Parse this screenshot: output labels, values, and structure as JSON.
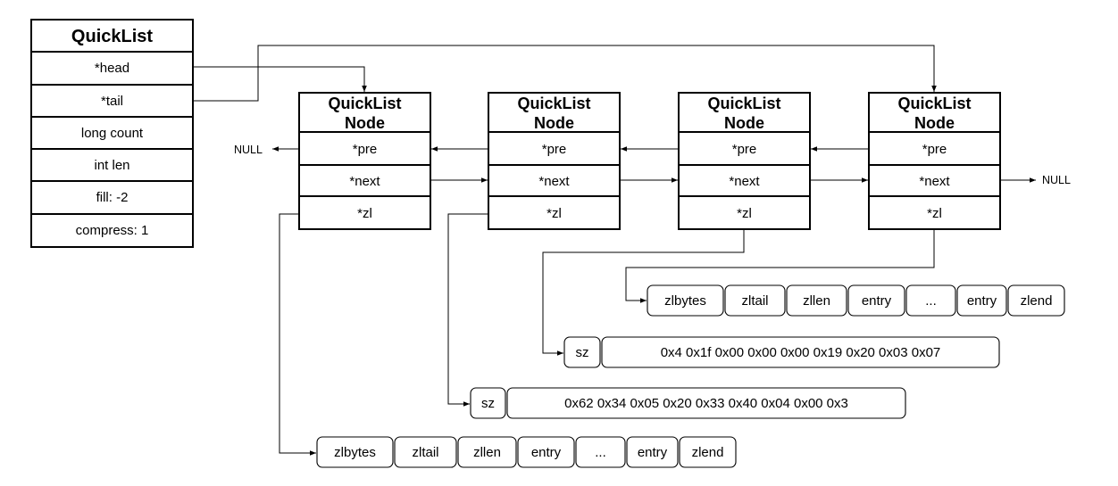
{
  "quicklist": {
    "title": "QuickList",
    "fields": [
      "*head",
      "*tail",
      "long count",
      "int len",
      "fill: -2",
      "compress: 1"
    ]
  },
  "node": {
    "title_line1": "QuickList",
    "title_line2": "Node",
    "fields": [
      "*pre",
      "*next",
      "*zl"
    ]
  },
  "null_left": "NULL",
  "null_right": "NULL",
  "ziplist_cells": [
    "zlbytes",
    "zltail",
    "zllen",
    "entry",
    "...",
    "entry",
    "zlend"
  ],
  "compressed_a": {
    "sz": "sz",
    "bytes": "0x4 0x1f 0x00 0x00 0x00 0x19 0x20 0x03 0x07"
  },
  "compressed_b": {
    "sz": "sz",
    "bytes": "0x62 0x34 0x05 0x20 0x33 0x40 0x04 0x00 0x3"
  }
}
